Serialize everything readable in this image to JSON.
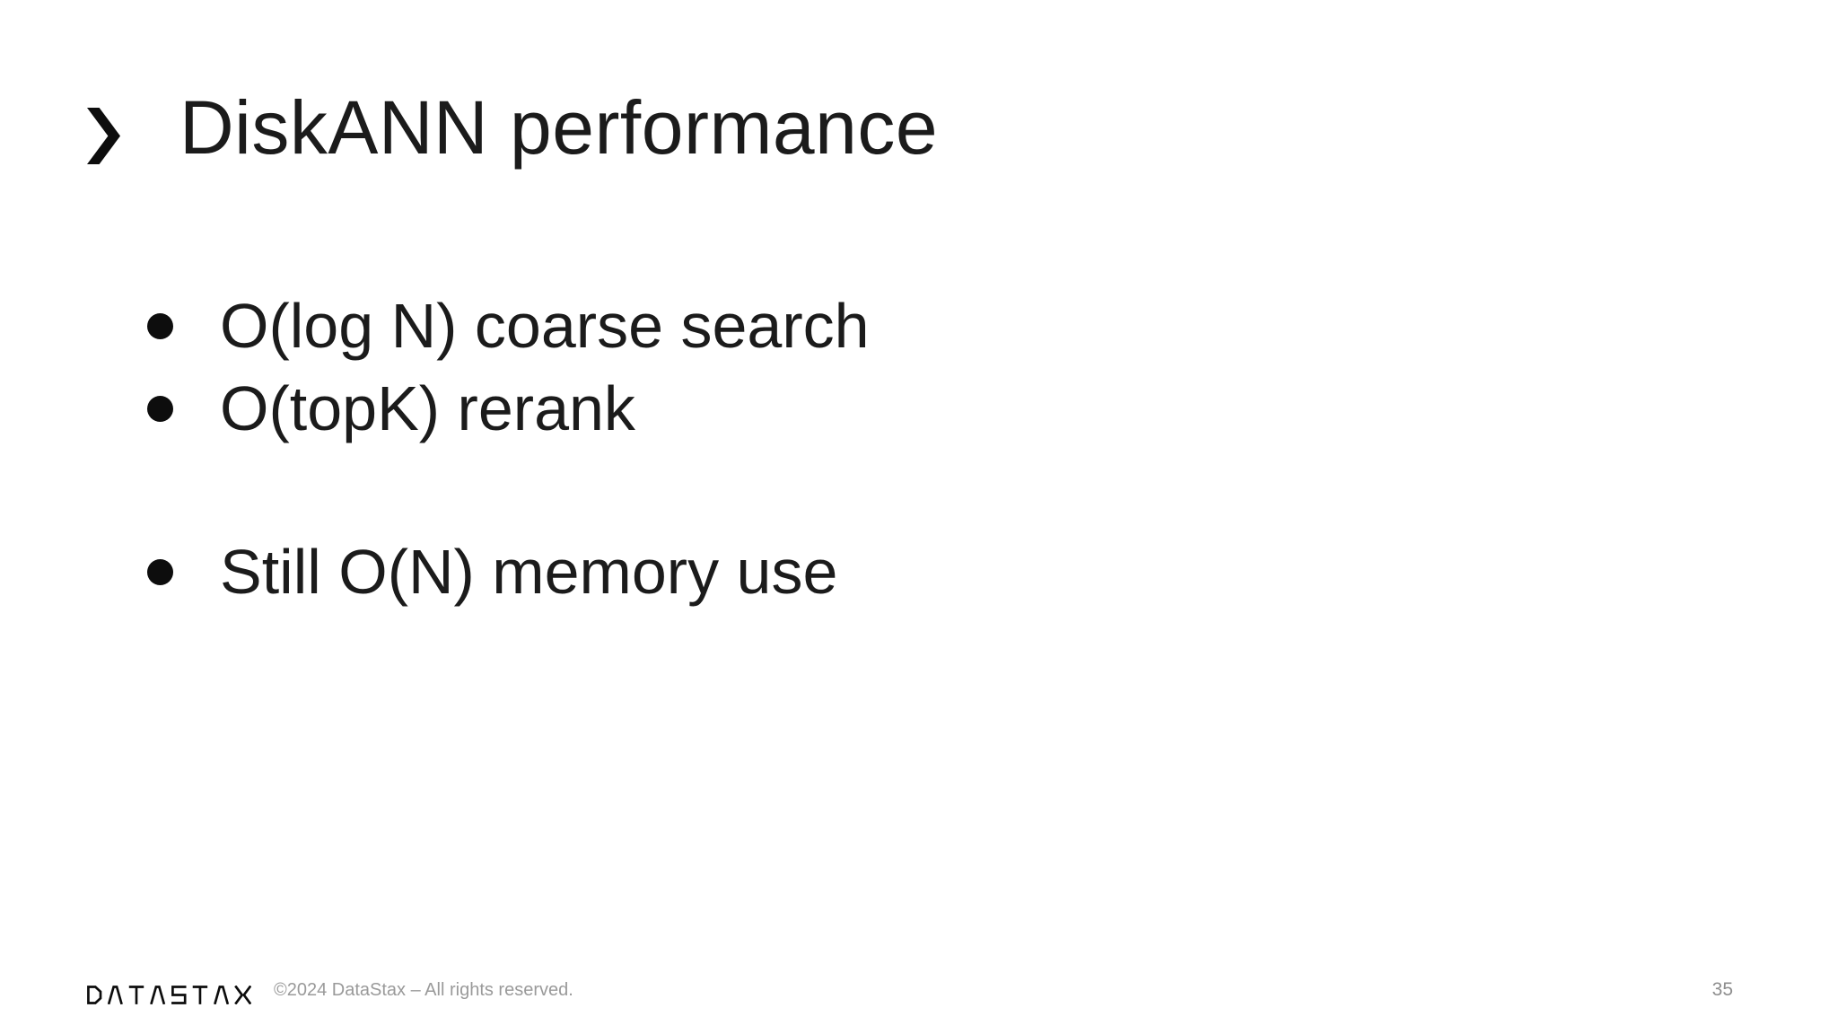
{
  "slide": {
    "title": "DiskANN performance",
    "bullets": [
      "O(log N) coarse search",
      "O(topK) rerank",
      "Still O(N) memory use"
    ],
    "footer": {
      "logo": "DATASTAX",
      "copyright": "©2024 DataStax – All rights reserved.",
      "page_number": "35"
    },
    "colors": {
      "background": "#ffffff",
      "text": "#1b1b1b",
      "accent_black": "#0d0d0d",
      "footer_gray": "#9a9a9a",
      "page_number_gray": "#8d8d8d"
    },
    "icons": {
      "title_marker": "chevron-right-icon",
      "bullet_marker": "filled-circle-bullet"
    }
  }
}
